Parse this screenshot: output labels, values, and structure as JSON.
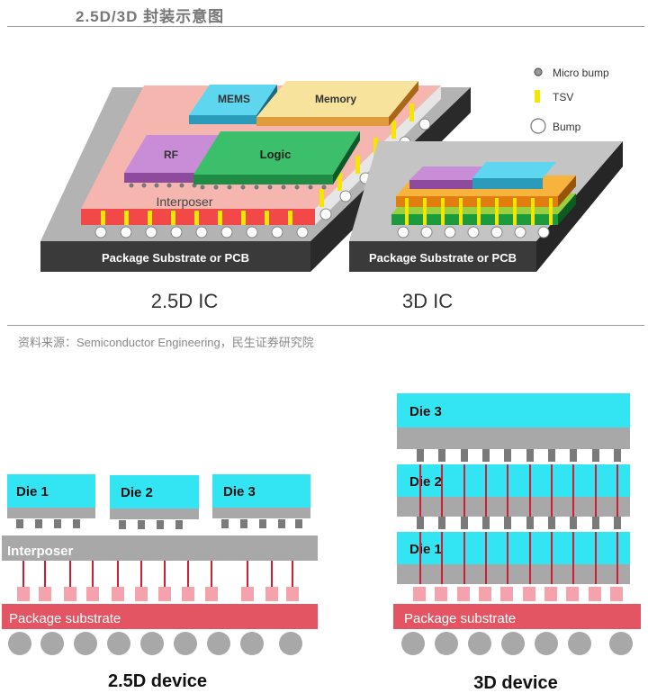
{
  "header": {
    "title": "2.5D/3D 封装示意图"
  },
  "source": "资料来源：Semiconductor Engineering，民生证券研究院",
  "top_diagram": {
    "legend": [
      "Micro bump",
      "TSV",
      "Bump"
    ],
    "chips_25d": [
      "MEMS",
      "Memory",
      "RF",
      "Logic",
      "Interposer"
    ],
    "substrate_label": "Package Substrate or PCB",
    "caption_25d": "2.5D IC",
    "caption_3d": "3D IC"
  },
  "bottom_diagram": {
    "dies_25d": [
      "Die 1",
      "Die 2",
      "Die 3"
    ],
    "interposer": "Interposer",
    "substrate": "Package substrate",
    "caption_25d": "2.5D device",
    "dies_3d": [
      "Die 3",
      "Die 2",
      "Die 1"
    ],
    "caption_3d": "3D device"
  },
  "colors": {
    "die": "#33e5f2",
    "grey": "#a8a8a8",
    "substrate": "#e45563",
    "pad": "#f4a3ad",
    "tsv": "#cc1f33",
    "interposer_3d": "#f5b0a8",
    "tsv_yellow": "#f5e600"
  }
}
